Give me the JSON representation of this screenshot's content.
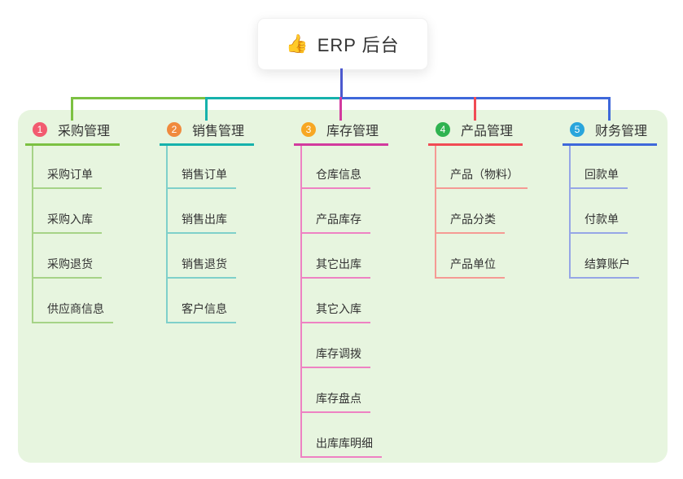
{
  "root": {
    "icon": "👍",
    "label": "ERP 后台"
  },
  "connector": {
    "root_stem_color": "#4c59ce"
  },
  "colors": {
    "page_bg": "#ffffff",
    "panel_bg": "#e7f5df",
    "text": "#333333"
  },
  "branches": [
    {
      "badge": "1",
      "label": "采购管理",
      "badge_color": "#f25b70",
      "line_color": "#7cc142",
      "child_line_color": "#a6d387",
      "children": [
        "采购订单",
        "采购入库",
        "采购退货",
        "供应商信息"
      ]
    },
    {
      "badge": "2",
      "label": "销售管理",
      "badge_color": "#f08a3d",
      "line_color": "#16b2ac",
      "child_line_color": "#7fd0ca",
      "children": [
        "销售订单",
        "销售出库",
        "销售退货",
        "客户信息"
      ]
    },
    {
      "badge": "3",
      "label": "库存管理",
      "badge_color": "#f7a723",
      "line_color": "#d23a9e",
      "child_line_color": "#ee82c3",
      "children": [
        "仓库信息",
        "产品库存",
        "其它出库",
        "其它入库",
        "库存调拨",
        "库存盘点",
        "出库库明细"
      ]
    },
    {
      "badge": "4",
      "label": "产品管理",
      "badge_color": "#2fb350",
      "line_color": "#f14b54",
      "child_line_color": "#f59a94",
      "children": [
        "产品（物料）",
        "产品分类",
        "产品单位"
      ]
    },
    {
      "badge": "5",
      "label": "财务管理",
      "badge_color": "#29a5dc",
      "line_color": "#3e68da",
      "child_line_color": "#96a6e6",
      "children": [
        "回款单",
        "付款单",
        "结算账户"
      ]
    }
  ]
}
